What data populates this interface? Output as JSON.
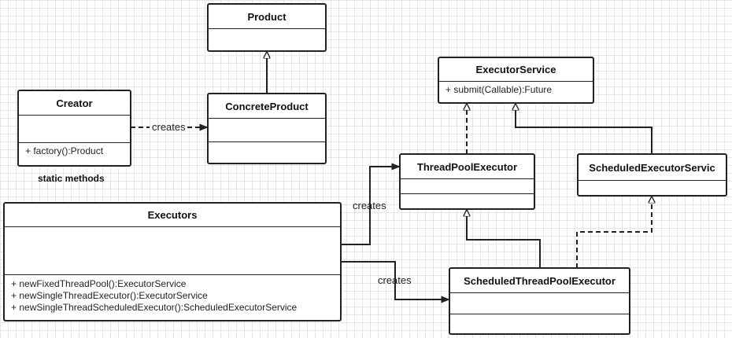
{
  "classes": {
    "product": {
      "name": "Product"
    },
    "concrete_product": {
      "name": "ConcreteProduct"
    },
    "creator": {
      "name": "Creator",
      "operations": [
        "+ factory():Product"
      ]
    },
    "executor_service": {
      "name": "ExecutorService",
      "operations": [
        "+ submit(Callable):Future"
      ]
    },
    "thread_pool_executor": {
      "name": "ThreadPoolExecutor"
    },
    "scheduled_executor_service": {
      "name": "ScheduledExecutorServic"
    },
    "executors": {
      "name": "Executors",
      "operations": [
        "+ newFixedThreadPool():ExecutorService",
        "+ newSingleThreadExecutor():ExecutorService",
        "+ newSingleThreadScheduledExecutor():ScheduledExecutorService"
      ]
    },
    "scheduled_thread_pool_executor": {
      "name": "ScheduledThreadPoolExecutor"
    }
  },
  "notes": {
    "static_methods": "static methods"
  },
  "relations": {
    "creator_to_concrete": "creates",
    "executors_to_tpe": "creates",
    "executors_to_stpe": "creates"
  }
}
